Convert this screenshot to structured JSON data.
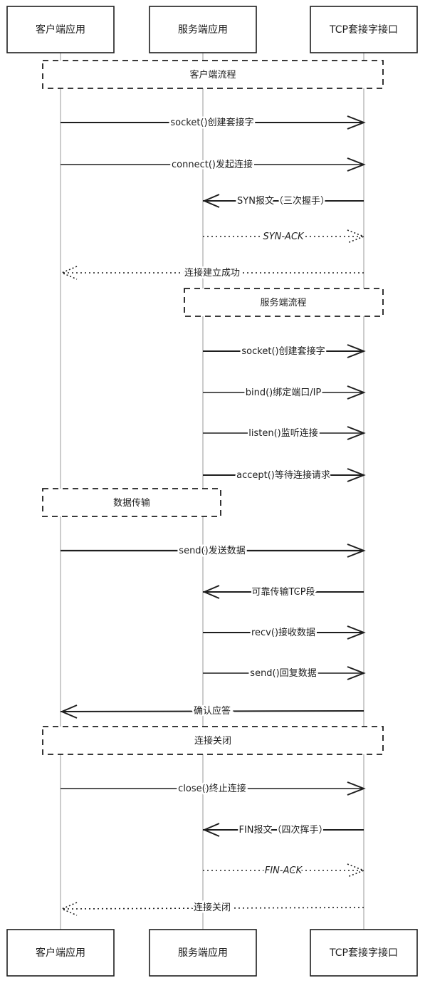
{
  "participants": [
    {
      "id": "client",
      "label": "客户端应用"
    },
    {
      "id": "server",
      "label": "服务端应用"
    },
    {
      "id": "tcp",
      "label": "TCP套接字接口"
    }
  ],
  "groups": [
    {
      "id": "client-flow",
      "label": "客户端流程"
    },
    {
      "id": "server-flow",
      "label": "服务端流程"
    },
    {
      "id": "data-transfer",
      "label": "数据传输"
    },
    {
      "id": "connection-close",
      "label": "连接关闭"
    }
  ],
  "messages": [
    {
      "from": "client",
      "to": "tcp",
      "label": "socket()创建套接字",
      "style": "solid"
    },
    {
      "from": "client",
      "to": "tcp",
      "label": "connect()发起连接",
      "style": "solid"
    },
    {
      "from": "tcp",
      "to": "server",
      "label": "SYN报文（三次握手）",
      "style": "solid"
    },
    {
      "from": "server",
      "to": "tcp",
      "label": "SYN-ACK",
      "style": "dotted"
    },
    {
      "from": "tcp",
      "to": "client",
      "label": "连接建立成功",
      "style": "dotted"
    },
    {
      "from": "server",
      "to": "tcp",
      "label": "socket()创建套接字",
      "style": "solid"
    },
    {
      "from": "server",
      "to": "tcp",
      "label": "bind()绑定端口/IP",
      "style": "solid"
    },
    {
      "from": "server",
      "to": "tcp",
      "label": "listen()监听连接",
      "style": "solid"
    },
    {
      "from": "server",
      "to": "tcp",
      "label": "accept()等待连接请求",
      "style": "solid"
    },
    {
      "from": "client",
      "to": "tcp",
      "label": "send()发送数据",
      "style": "solid"
    },
    {
      "from": "tcp",
      "to": "server",
      "label": "可靠传输TCP段",
      "style": "solid"
    },
    {
      "from": "server",
      "to": "tcp",
      "label": "recv()接收数据",
      "style": "solid"
    },
    {
      "from": "server",
      "to": "tcp",
      "label": "send()回复数据",
      "style": "solid"
    },
    {
      "from": "tcp",
      "to": "client",
      "label": "确认应答",
      "style": "solid"
    },
    {
      "from": "client",
      "to": "tcp",
      "label": "close()终止连接",
      "style": "solid"
    },
    {
      "from": "tcp",
      "to": "server",
      "label": "FIN报文（四次挥手）",
      "style": "solid"
    },
    {
      "from": "server",
      "to": "tcp",
      "label": "FIN-ACK",
      "style": "dotted"
    },
    {
      "from": "tcp",
      "to": "client",
      "label": "连接关闭",
      "style": "dotted"
    }
  ]
}
